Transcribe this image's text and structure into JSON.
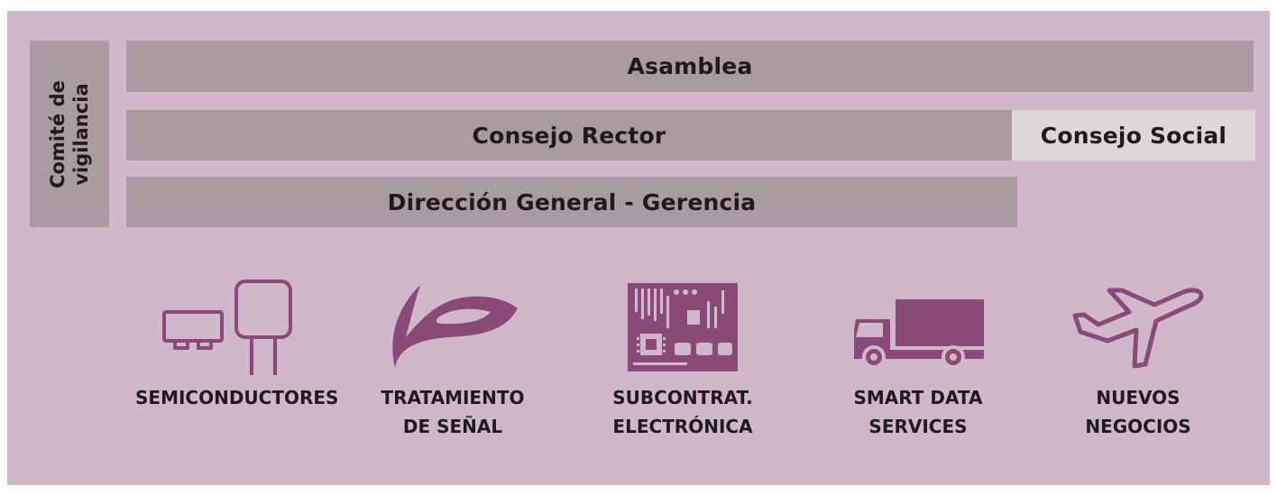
{
  "governance": {
    "committee": "Comité de\nvigilancia",
    "assembly": "Asamblea",
    "board": "Consejo Rector",
    "social_council": "Consejo Social",
    "management": "Dirección General - Gerencia"
  },
  "icon_color": "#8a4a78",
  "divisions": [
    {
      "icon": "semiconductor-icon",
      "label": "SEMICONDUCTORES"
    },
    {
      "icon": "signal-processing-icon",
      "label": "TRATAMIENTO\nDE SEÑAL"
    },
    {
      "icon": "circuit-board-icon",
      "label": "SUBCONTRAT.\nELECTRÓNICA"
    },
    {
      "icon": "truck-icon",
      "label": "SMART DATA\nSERVICES"
    },
    {
      "icon": "airplane-icon",
      "label": "NUEVOS\nNEGOCIOS"
    }
  ]
}
